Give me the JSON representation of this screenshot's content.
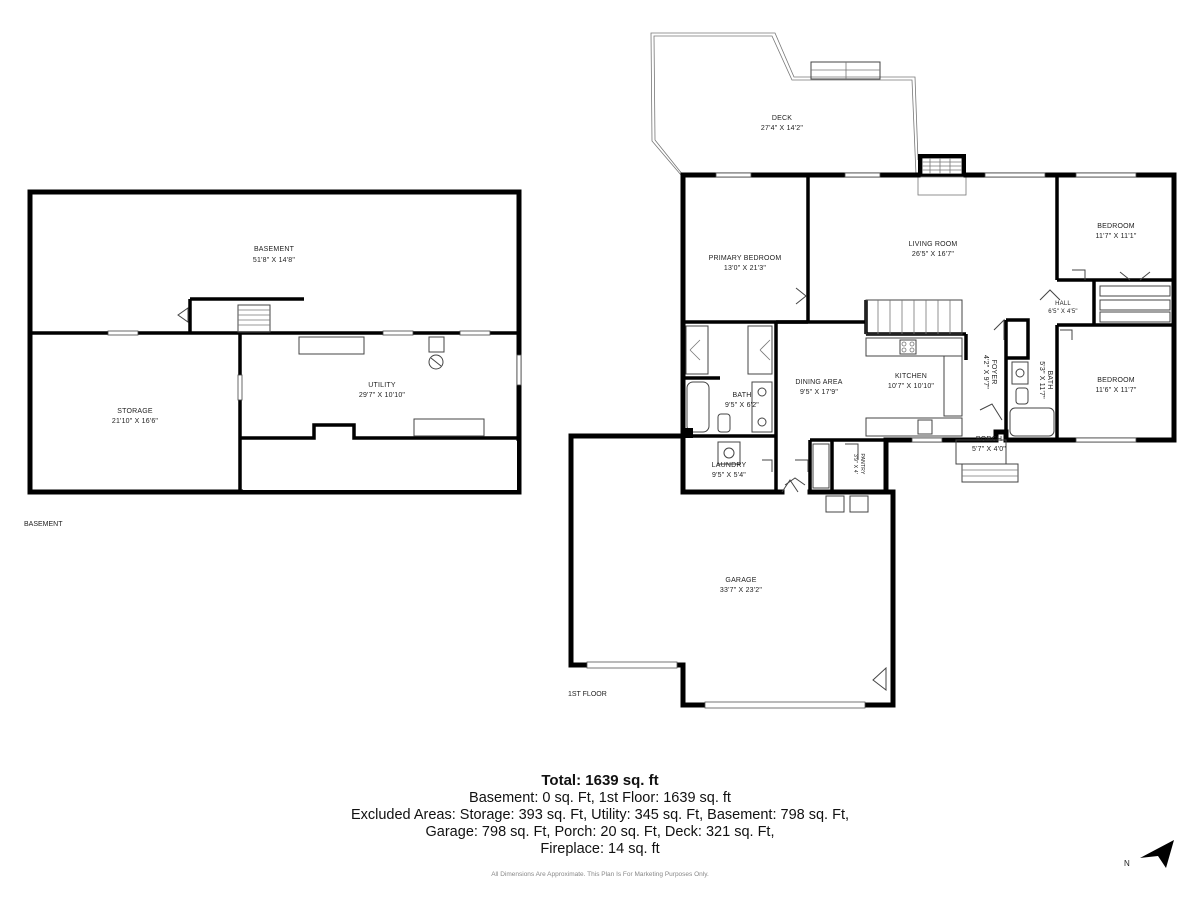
{
  "floors": {
    "basement_label": "BASEMENT",
    "first_floor_label": "1ST FLOOR"
  },
  "rooms": {
    "basement": {
      "name": "BASEMENT",
      "dims": "51'8\" X 14'8\""
    },
    "storage": {
      "name": "STORAGE",
      "dims": "21'10\" X 16'6\""
    },
    "utility": {
      "name": "UTILITY",
      "dims": "29'7\" X 10'10\""
    },
    "deck": {
      "name": "DECK",
      "dims": "27'4\" X 14'2\""
    },
    "primary_bedroom": {
      "name": "PRIMARY BEDROOM",
      "dims": "13'0\" X 21'3\""
    },
    "living_room": {
      "name": "LIVING ROOM",
      "dims": "26'5\" X 16'7\""
    },
    "bedroom_1": {
      "name": "BEDROOM",
      "dims": "11'7\" X 11'1\""
    },
    "hall": {
      "name": "HALL",
      "dims": "6'5\" X 4'5\""
    },
    "bath_main": {
      "name": "BATH",
      "dims": "9'5\" X 6'2\""
    },
    "dining_area": {
      "name": "DINING AREA",
      "dims": "9'5\" X 17'9\""
    },
    "kitchen": {
      "name": "KITCHEN",
      "dims": "10'7\" X 10'10\""
    },
    "foyer": {
      "name": "FOYER",
      "dims": "4'2\" X 9'7\""
    },
    "bath_2": {
      "name": "BATH",
      "dims": "5'3\" X 11'7\""
    },
    "bedroom_2": {
      "name": "BEDROOM",
      "dims": "11'6\" X 11'7\""
    },
    "laundry": {
      "name": "LAUNDRY",
      "dims": "9'5\" X 5'4\""
    },
    "pantry": {
      "name": "PANTRY",
      "dims": "3'9\" X 4'"
    },
    "porch": {
      "name": "PORCH",
      "dims": "5'7\" X 4'0\""
    },
    "garage": {
      "name": "GARAGE",
      "dims": "33'7\" X 23'2\""
    }
  },
  "summary": {
    "total": "Total: 1639 sq. ft",
    "line1": "Basement: 0 sq. Ft, 1st Floor: 1639 sq. ft",
    "line2": "Excluded Areas: Storage: 393 sq. Ft, Utility: 345 sq. Ft, Basement: 798 sq. Ft,",
    "line3": "Garage: 798 sq. Ft, Porch: 20 sq. Ft, Deck: 321 sq. Ft,",
    "line4": "Fireplace: 14 sq. ft"
  },
  "disclaimer": "All Dimensions Are Approximate. This Plan Is For Marketing Purposes Only.",
  "compass": {
    "label": "N",
    "icon": "north-arrow-icon"
  },
  "colors": {
    "wall": "#000000",
    "background": "#ffffff"
  }
}
